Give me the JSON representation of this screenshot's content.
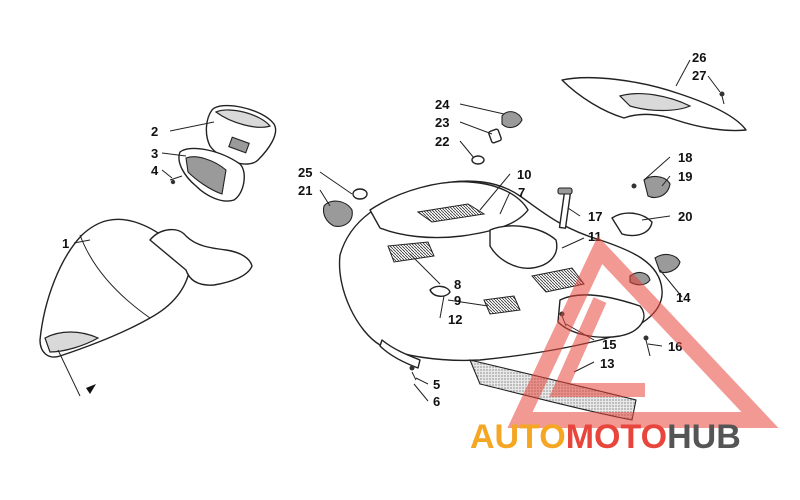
{
  "callouts": [
    {
      "id": "c1",
      "label": "1"
    },
    {
      "id": "c2",
      "label": "2"
    },
    {
      "id": "c3",
      "label": "3"
    },
    {
      "id": "c4",
      "label": "4"
    },
    {
      "id": "c5",
      "label": "5"
    },
    {
      "id": "c6",
      "label": "6"
    },
    {
      "id": "c7",
      "label": "7"
    },
    {
      "id": "c8",
      "label": "8"
    },
    {
      "id": "c9",
      "label": "9"
    },
    {
      "id": "c10",
      "label": "10"
    },
    {
      "id": "c11",
      "label": "11"
    },
    {
      "id": "c12",
      "label": "12"
    },
    {
      "id": "c13",
      "label": "13"
    },
    {
      "id": "c14",
      "label": "14"
    },
    {
      "id": "c15",
      "label": "15"
    },
    {
      "id": "c16",
      "label": "16"
    },
    {
      "id": "c17",
      "label": "17"
    },
    {
      "id": "c18",
      "label": "18"
    },
    {
      "id": "c19",
      "label": "19"
    },
    {
      "id": "c20",
      "label": "20"
    },
    {
      "id": "c21",
      "label": "21"
    },
    {
      "id": "c22",
      "label": "22"
    },
    {
      "id": "c23",
      "label": "23"
    },
    {
      "id": "c24",
      "label": "24"
    },
    {
      "id": "c25",
      "label": "25"
    },
    {
      "id": "c26",
      "label": "26"
    },
    {
      "id": "c27",
      "label": "27"
    }
  ],
  "watermark": {
    "part1": "AUTO",
    "part2": "MOTO",
    "part3": "HUB",
    "color_orange": "#f5a623",
    "color_red": "#e8463c",
    "color_grey": "#555555"
  }
}
